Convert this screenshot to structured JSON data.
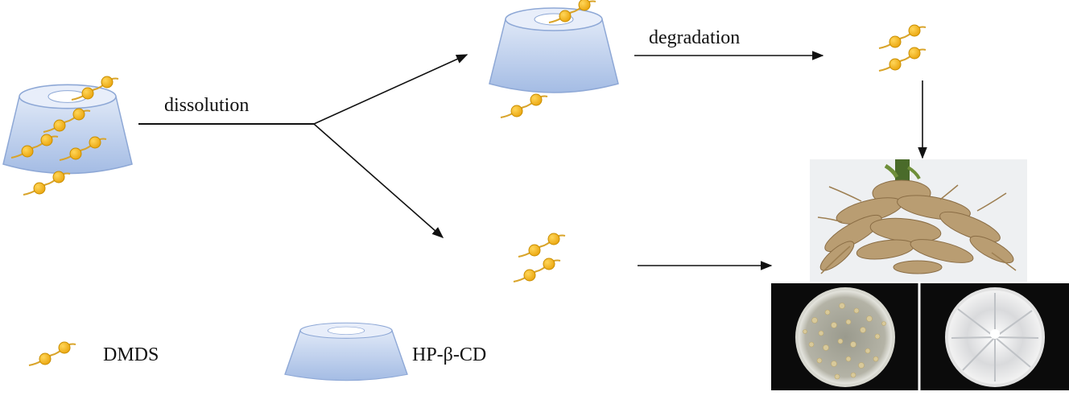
{
  "labels": {
    "dissolution": "dissolution",
    "degradation": "degradation"
  },
  "legend": {
    "dmds": "DMDS",
    "hpcd": "HP-β-CD"
  },
  "colors": {
    "cup_fill_top": "#d6e2f5",
    "cup_fill_bottom": "#a9c0e6",
    "cup_stroke": "#8ea8d6",
    "molecule_ball": "#f3b61f",
    "molecule_ball_stroke": "#c98e00",
    "molecule_chain": "#d9a42a",
    "arrow": "#111111"
  },
  "icons": [
    "cyclodextrin-cup-icon",
    "dmds-molecule-icon",
    "arrow-icon",
    "root-photo",
    "petri-dish-photo"
  ]
}
